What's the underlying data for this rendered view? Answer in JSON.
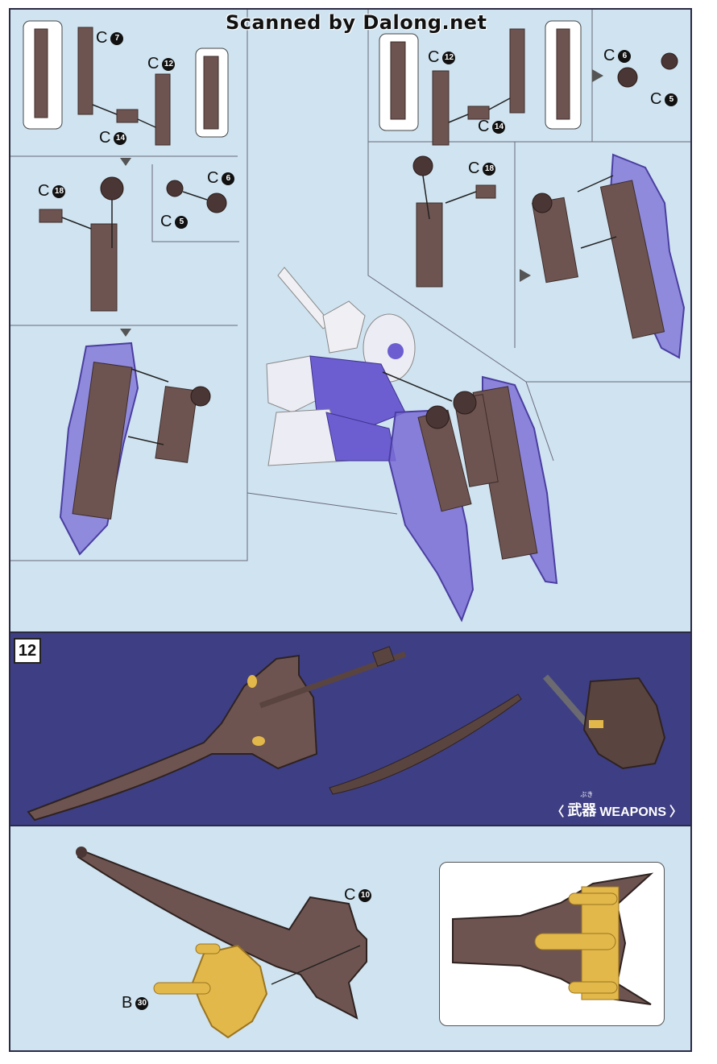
{
  "watermark": "Scanned by Dalong.net",
  "step": "12",
  "section_title": {
    "ruby": "ぶき",
    "kanji": "武器",
    "english": "WEAPONS"
  },
  "part_labels": {
    "c7": {
      "letter": "C",
      "num": "7"
    },
    "c12_left": {
      "letter": "C",
      "num": "12"
    },
    "c14_left": {
      "letter": "C",
      "num": "14"
    },
    "c18_left": {
      "letter": "C",
      "num": "18"
    },
    "c6_left": {
      "letter": "C",
      "num": "6"
    },
    "c5_left": {
      "letter": "C",
      "num": "5"
    },
    "c12_right": {
      "letter": "C",
      "num": "12"
    },
    "c14_right": {
      "letter": "C",
      "num": "14"
    },
    "c6_right": {
      "letter": "C",
      "num": "6"
    },
    "c5_right": {
      "letter": "C",
      "num": "5"
    },
    "c18_right": {
      "letter": "C",
      "num": "18"
    },
    "c10": {
      "letter": "C",
      "num": "10"
    },
    "b30": {
      "letter": "B",
      "num": "30"
    }
  },
  "colors": {
    "page_bg": "#cfe3f0",
    "band_bg": "#3e3e84",
    "part_brown": "#6e5450",
    "part_dark": "#3c2c2a",
    "shield_purple": "#7a6cd6",
    "gold": "#e2b84a"
  }
}
